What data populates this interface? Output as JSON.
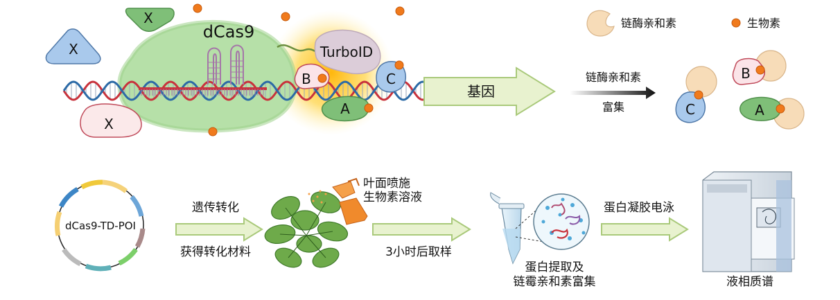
{
  "top": {
    "dcas9": "dCas9",
    "turboid": "TurboID",
    "x_label": "X",
    "a_label": "A",
    "b_label": "B",
    "c_label": "C",
    "gene_label": "基因",
    "enrich_line1": "链酶亲和素",
    "enrich_line2": "富集"
  },
  "legend": {
    "streptavidin": "链酶亲和素",
    "biotin": "生物素"
  },
  "workflow": {
    "plasmid": "dCas9-TD-POI",
    "step1_top": "遗传转化",
    "step1_bottom": "获得转化材料",
    "spray_line1": "叶面喷施",
    "spray_line2": "生物素溶液",
    "step2_bottom": "3小时后取样",
    "extract_line1": "蛋白提取及",
    "extract_line2": "链霉亲和素富集",
    "step3_top": "蛋白凝胶电泳",
    "ms": "液相质谱"
  },
  "colors": {
    "dcas9_fill": "#bfe3b4",
    "turbo_fill": "#d9c9d6",
    "glow": "#ffd54a",
    "biotin": "#f07a1c",
    "strept": "#f7dcb8",
    "arrow_fill": "#e8f2cf",
    "arrow_stroke": "#a9c97a",
    "dna_red": "#c8323c",
    "dna_blue": "#2c6aa6"
  }
}
